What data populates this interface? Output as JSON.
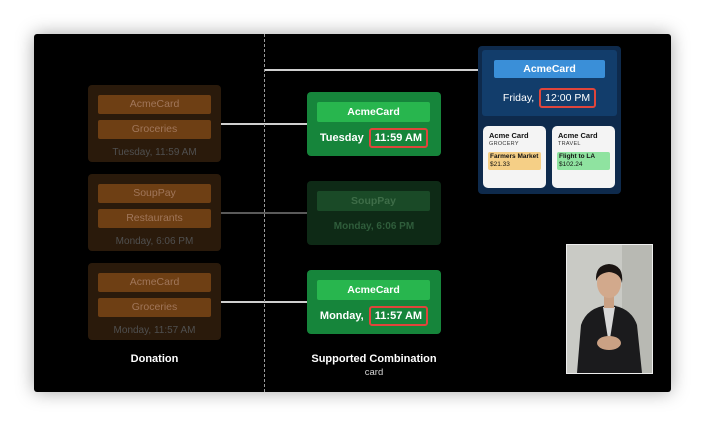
{
  "columns": {
    "donation_label": "Donation",
    "supported_label": "Supported Combination",
    "supported_sublabel": "card"
  },
  "donations": [
    {
      "card": "AcmeCard",
      "category": "Groceries",
      "date": "Tuesday, 11:59 AM"
    },
    {
      "card": "SoupPay",
      "category": "Restaurants",
      "date": "Monday, 6:06 PM"
    },
    {
      "card": "AcmeCard",
      "category": "Groceries",
      "date": "Monday, 11:57 AM"
    }
  ],
  "supported": [
    {
      "card": "AcmeCard",
      "day": "Tuesday",
      "time": "11:59 AM",
      "active": true
    },
    {
      "card": "SoupPay",
      "day": "Monday, 6:06 PM",
      "time": "",
      "active": false
    },
    {
      "card": "AcmeCard",
      "day": "Monday,",
      "time": "11:57 AM",
      "active": true
    }
  ],
  "widget": {
    "card_button": "AcmeCard",
    "day": "Friday,",
    "time": "12:00 PM",
    "mini_cards": [
      {
        "title": "Acme Card",
        "category": "GROCERY",
        "merchant": "Farmers Market",
        "amount": "$21.33",
        "chip_color": "#f5cf86"
      },
      {
        "title": "Acme Card",
        "category": "TRAVEL",
        "merchant": "Flight to LA",
        "amount": "$102.24",
        "chip_color": "#8fe3a0"
      }
    ]
  },
  "colors": {
    "supported_active": "#16853b",
    "highlight": "#e0453b",
    "donation_card": "#2a1a0b"
  }
}
